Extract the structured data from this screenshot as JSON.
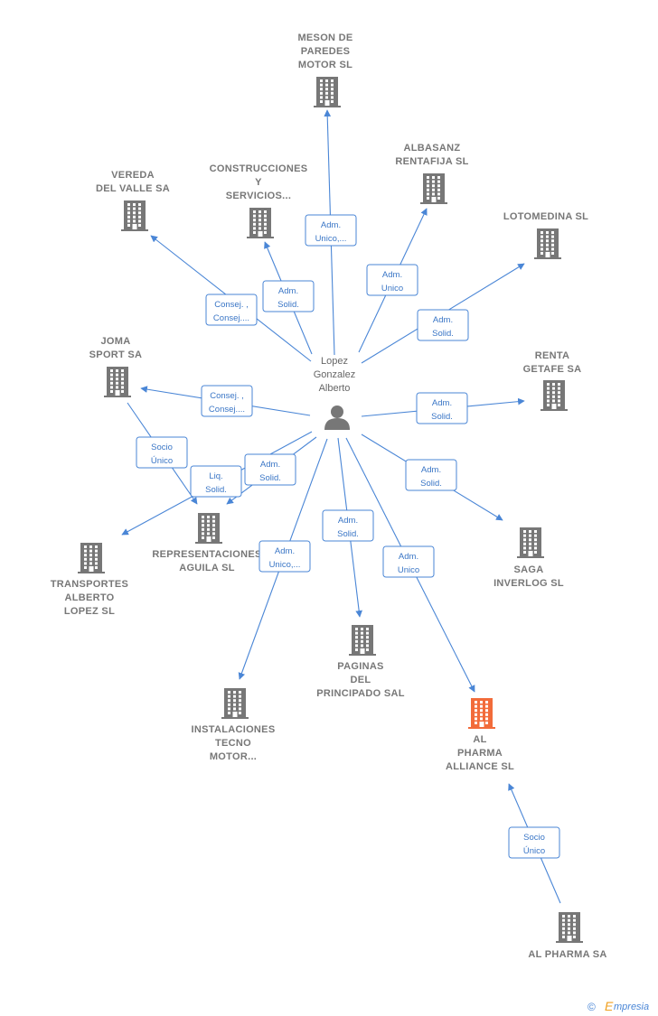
{
  "center": {
    "id": "person",
    "label_lines": [
      "Lopez",
      "Gonzalez",
      "Alberto"
    ],
    "icon": "person-icon"
  },
  "nodes": [
    {
      "id": "meson",
      "label_lines": [
        "MESON DE",
        "PAREDES",
        "MOTOR  SL"
      ],
      "icon": "building-icon",
      "highlight": false
    },
    {
      "id": "construcciones",
      "label_lines": [
        "CONSTRUCCIONES",
        "Y",
        "SERVICIOS..."
      ],
      "icon": "building-icon",
      "highlight": false
    },
    {
      "id": "vereda",
      "label_lines": [
        "VEREDA",
        "DEL VALLE SA"
      ],
      "icon": "building-icon",
      "highlight": false
    },
    {
      "id": "albasanz",
      "label_lines": [
        "ALBASANZ",
        "RENTAFIJA  SL"
      ],
      "icon": "building-icon",
      "highlight": false
    },
    {
      "id": "lotomedina",
      "label_lines": [
        "LOTOMEDINA SL"
      ],
      "icon": "building-icon",
      "highlight": false
    },
    {
      "id": "joma",
      "label_lines": [
        "JOMA",
        "SPORT SA"
      ],
      "icon": "building-icon",
      "highlight": false
    },
    {
      "id": "renta",
      "label_lines": [
        "RENTA",
        "GETAFE SA"
      ],
      "icon": "building-icon",
      "highlight": false
    },
    {
      "id": "transportes",
      "label_lines": [
        "TRANSPORTES",
        "ALBERTO",
        "LOPEZ SL"
      ],
      "icon": "building-icon",
      "highlight": false
    },
    {
      "id": "representaciones",
      "label_lines": [
        "REPRESENTACIONES",
        "AGUILA SL"
      ],
      "icon": "building-icon",
      "highlight": false
    },
    {
      "id": "saga",
      "label_lines": [
        "SAGA",
        "INVERLOG  SL"
      ],
      "icon": "building-icon",
      "highlight": false
    },
    {
      "id": "paginas",
      "label_lines": [
        "PAGINAS",
        "DEL",
        "PRINCIPADO SAL"
      ],
      "icon": "building-icon",
      "highlight": false
    },
    {
      "id": "instalaciones",
      "label_lines": [
        "INSTALACIONES",
        "TECNO",
        "MOTOR..."
      ],
      "icon": "building-icon",
      "highlight": false
    },
    {
      "id": "alpharma_sl",
      "label_lines": [
        "AL",
        "PHARMA",
        "ALLIANCE  SL"
      ],
      "icon": "building-icon",
      "highlight": true
    },
    {
      "id": "alpharma_sa",
      "label_lines": [
        "AL PHARMA SA"
      ],
      "icon": "building-icon",
      "highlight": false
    }
  ],
  "relations": [
    {
      "from": "person",
      "to": "meson",
      "label_lines": [
        "Adm.",
        "Unico,..."
      ]
    },
    {
      "from": "person",
      "to": "construcciones",
      "label_lines": [
        "Adm.",
        "Solid."
      ]
    },
    {
      "from": "person",
      "to": "vereda",
      "label_lines": [
        "Consej. ,",
        "Consej...."
      ]
    },
    {
      "from": "person",
      "to": "albasanz",
      "label_lines": [
        "Adm.",
        "Unico"
      ]
    },
    {
      "from": "person",
      "to": "lotomedina",
      "label_lines": [
        "Adm.",
        "Solid."
      ]
    },
    {
      "from": "person",
      "to": "joma",
      "label_lines": [
        "Consej. ,",
        "Consej...."
      ]
    },
    {
      "from": "person",
      "to": "renta",
      "label_lines": [
        "Adm.",
        "Solid."
      ]
    },
    {
      "from": "person",
      "to": "transportes",
      "label_lines": [
        "Adm.",
        "Solid."
      ]
    },
    {
      "from": "person",
      "to": "representaciones",
      "label_lines": [
        "Liq.",
        "Solid."
      ]
    },
    {
      "from": "joma",
      "to": "representaciones",
      "label_lines": [
        "Socio",
        "Único"
      ]
    },
    {
      "from": "person",
      "to": "saga",
      "label_lines": [
        "Adm.",
        "Solid."
      ]
    },
    {
      "from": "person",
      "to": "paginas",
      "label_lines": [
        "Adm.",
        "Solid."
      ]
    },
    {
      "from": "person",
      "to": "instalaciones",
      "label_lines": [
        "Adm.",
        "Unico,..."
      ]
    },
    {
      "from": "person",
      "to": "alpharma_sl",
      "label_lines": [
        "Adm.",
        "Unico"
      ]
    },
    {
      "from": "alpharma_sa",
      "to": "alpharma_sl",
      "label_lines": [
        "Socio",
        "Único"
      ]
    }
  ],
  "footer": {
    "copyright_symbol": "©",
    "brand_initial": "E",
    "brand_rest": "mpresia"
  },
  "colors": {
    "edge": "#4a86d6",
    "building": "#777777",
    "building_highlight": "#f26b3a",
    "person": "#777777"
  }
}
